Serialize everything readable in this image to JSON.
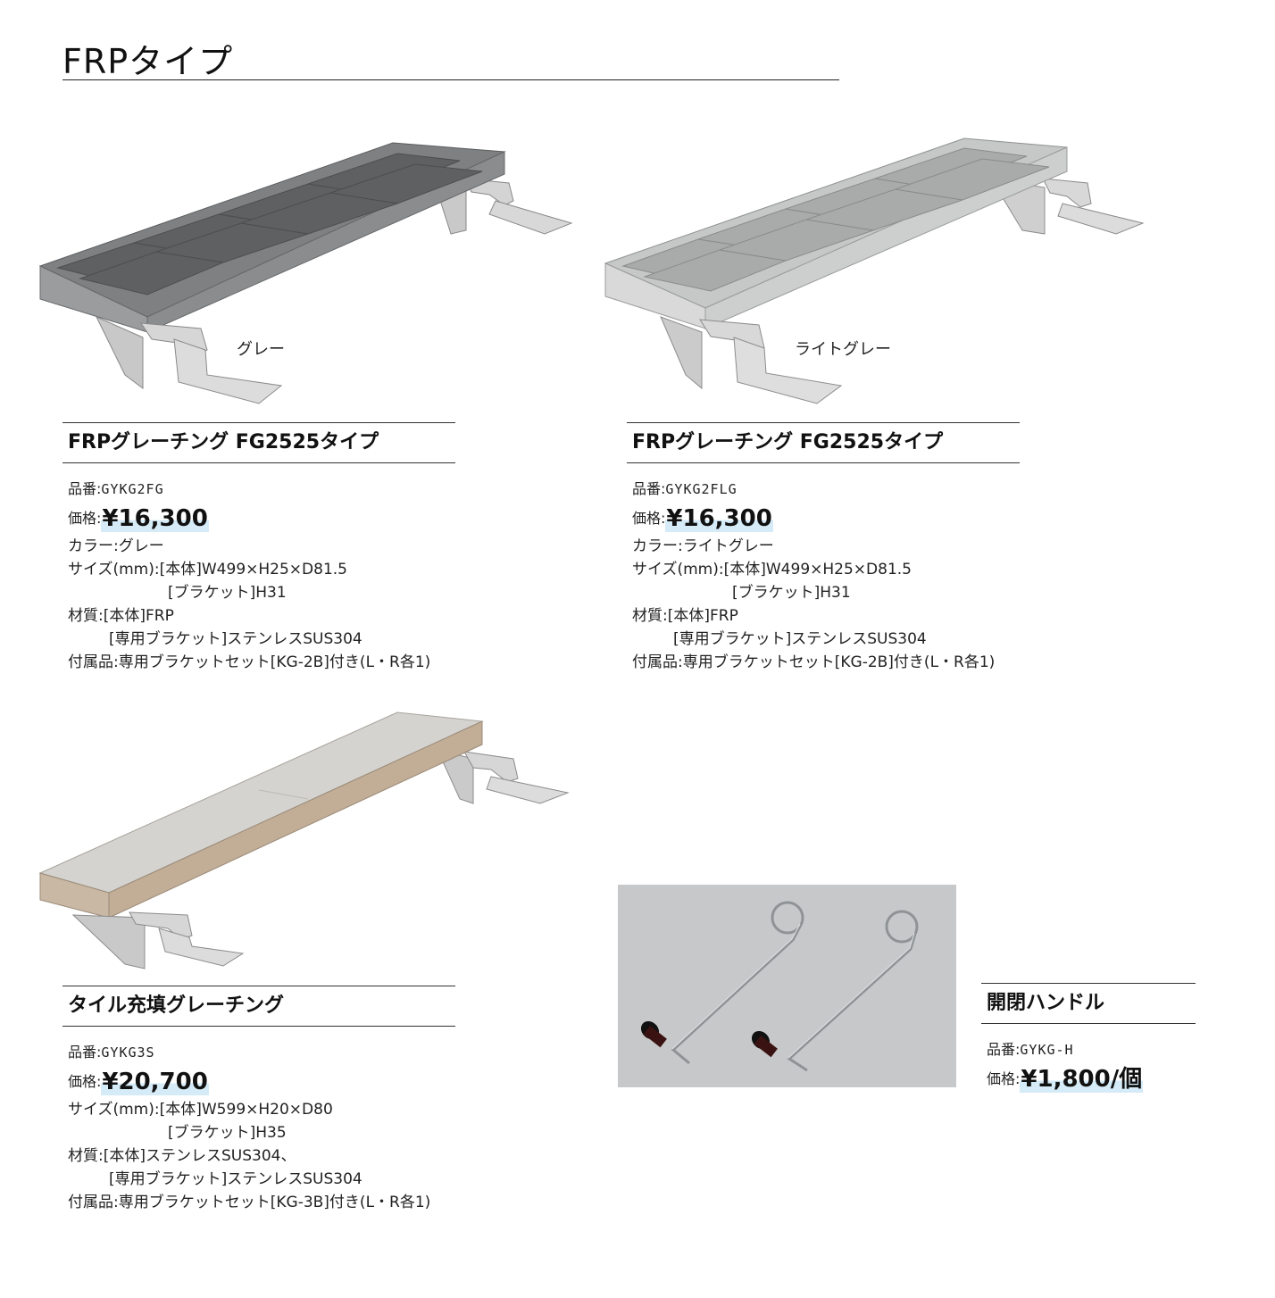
{
  "page_title": "FRPタイプ",
  "products": [
    {
      "image_caption": "グレー",
      "name": "FRPグレーチング FG2525タイプ",
      "code_label": "品番:",
      "code": "GYKG2FG",
      "price_label": "価格:",
      "price": "¥16,300",
      "color_label": "カラー:",
      "color": "グレー",
      "size_label": "サイズ(mm):",
      "size_body": "[本体]W499×H25×D81.5",
      "size_bracket": "[ブラケット]H31",
      "material_label": "材質:",
      "material_body": "[本体]FRP",
      "material_bracket": "[専用ブラケット]ステンレスSUS304",
      "accessory_label": "付属品:",
      "accessory": "専用ブラケットセット[KG-2B]付き(L・R各1)",
      "body_color": "#8f9192"
    },
    {
      "image_caption": "ライトグレー",
      "name": "FRPグレーチング FG2525タイプ",
      "code_label": "品番:",
      "code": "GYKG2FLG",
      "price_label": "価格:",
      "price": "¥16,300",
      "color_label": "カラー:",
      "color": "ライトグレー",
      "size_label": "サイズ(mm):",
      "size_body": "[本体]W499×H25×D81.5",
      "size_bracket": "[ブラケット]H31",
      "material_label": "材質:",
      "material_body": "[本体]FRP",
      "material_bracket": "[専用ブラケット]ステンレスSUS304",
      "accessory_label": "付属品:",
      "accessory": "専用ブラケットセット[KG-2B]付き(L・R各1)",
      "body_color": "#cfd1d0"
    },
    {
      "name": "タイル充填グレーチング",
      "code_label": "品番:",
      "code": "GYKG3S",
      "price_label": "価格:",
      "price": "¥20,700",
      "size_label": "サイズ(mm):",
      "size_body": "[本体]W599×H20×D80",
      "size_bracket": "[ブラケット]H35",
      "material_label": "材質:",
      "material_body": "[本体]ステンレスSUS304、",
      "material_bracket": "[専用ブラケット]ステンレスSUS304",
      "accessory_label": "付属品:",
      "accessory": "専用ブラケットセット[KG-3B]付き(L・R各1)"
    },
    {
      "name": "開閉ハンドル",
      "code_label": "品番:",
      "code": "GYKG-H",
      "price_label": "価格:",
      "price": "¥1,800/個"
    }
  ]
}
